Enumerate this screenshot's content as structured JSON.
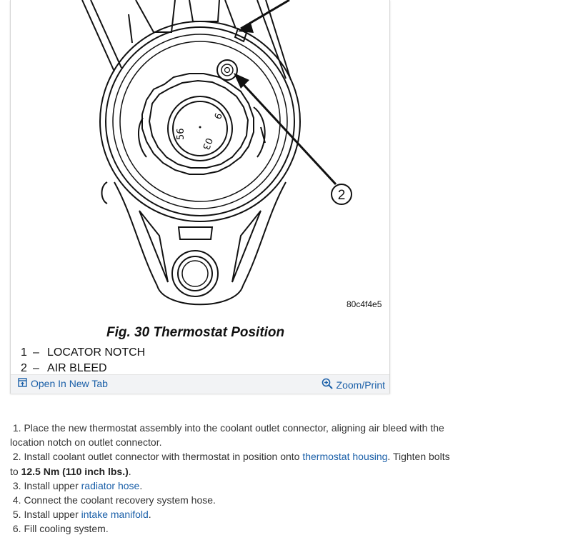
{
  "figure": {
    "image_code": "80c4f4e5",
    "caption": "Fig. 30 Thermostat Position",
    "callout_number": "2",
    "legend": [
      {
        "num": "1",
        "dash": "–",
        "label": "LOCATOR NOTCH"
      },
      {
        "num": "2",
        "dash": "–",
        "label": "AIR BLEED"
      }
    ],
    "housing_marks": [
      "9",
      "56",
      "03"
    ]
  },
  "toolbar": {
    "open_tab_label": "Open In New Tab",
    "zoom_label": "Zoom/Print"
  },
  "steps": {
    "s1": "1. Place the new thermostat assembly into the coolant outlet connector, aligning air bleed with the location notch on outlet connector.",
    "s2_pre": "2. Install coolant outlet connector with thermostat in position onto ",
    "s2_link": "thermostat housing",
    "s2_mid": ". Tighten bolts to ",
    "s2_bold": "12.5 Nm (110 inch lbs.)",
    "s2_post": ".",
    "s3_pre": "3. Install upper ",
    "s3_link": "radiator hose",
    "s3_post": ".",
    "s4": "4. Connect the coolant recovery system hose.",
    "s5_pre": "5. Install upper ",
    "s5_link": "intake manifold",
    "s5_post": ".",
    "s6": "6. Fill cooling system."
  },
  "colors": {
    "link": "#1a5fa8",
    "text": "#333333",
    "toolbar_bg": "#f2f3f5"
  }
}
